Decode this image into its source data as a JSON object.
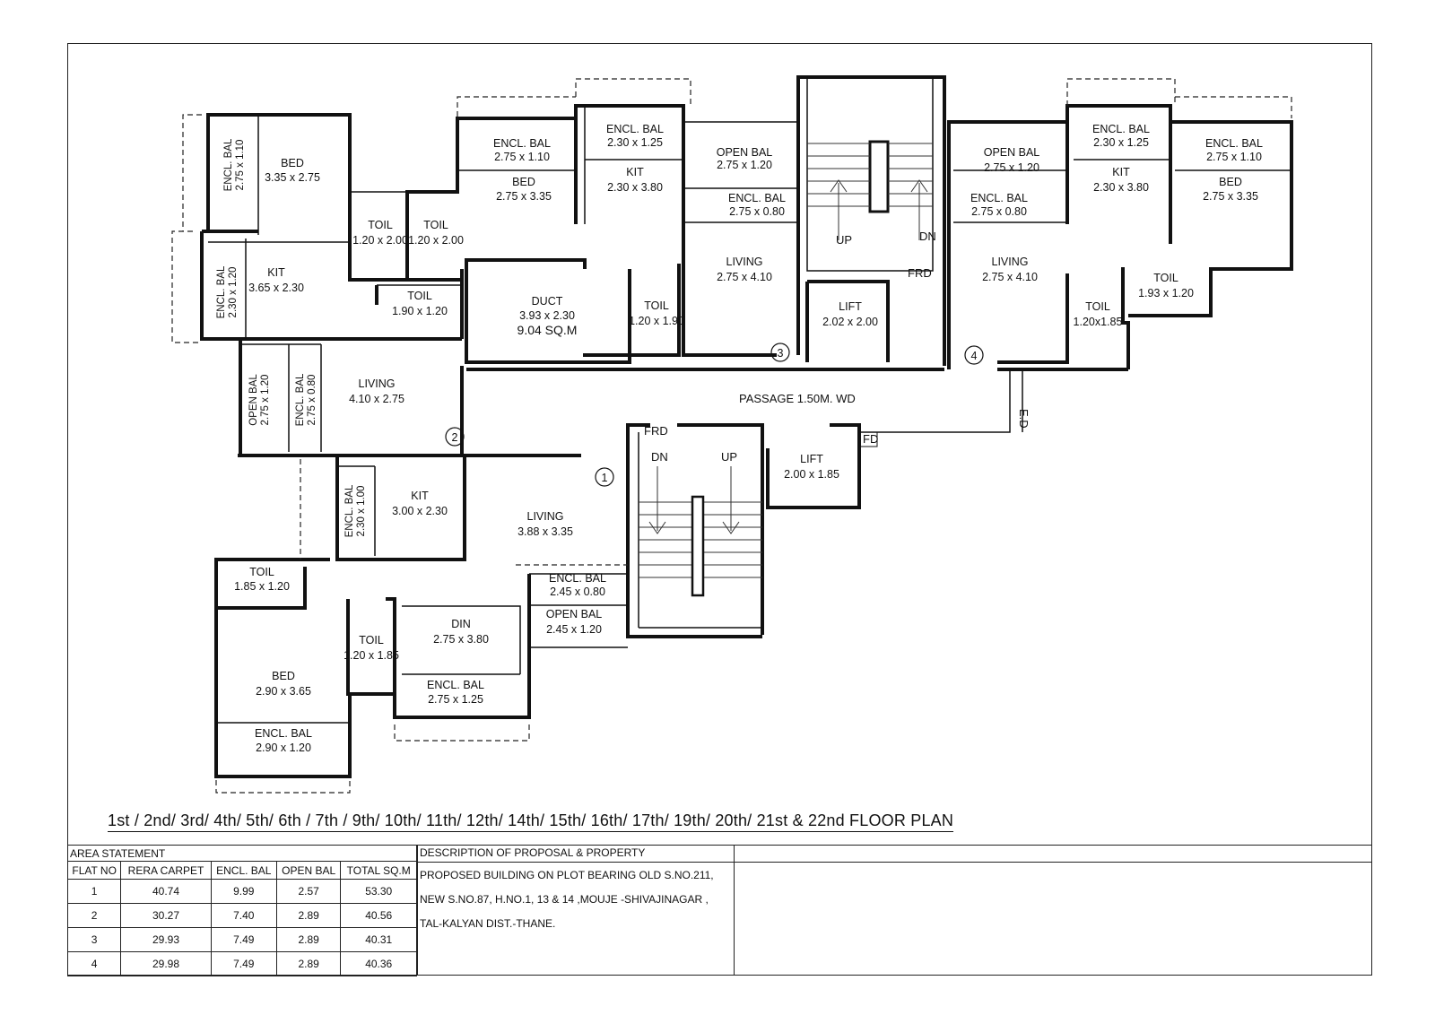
{
  "rooms": [
    {
      "id": "r1",
      "name": "BED",
      "dim": "3.35 x 2.75"
    },
    {
      "id": "r2",
      "name": "ENCL. BAL",
      "dim": "2.75 x 1.10"
    },
    {
      "id": "r3",
      "name": "TOIL",
      "dim": "1.20 x 2.00"
    },
    {
      "id": "r4",
      "name": "TOIL",
      "dim": "1.20 x 2.00"
    },
    {
      "id": "r5",
      "name": "KIT",
      "dim": "3.65 x 2.30"
    },
    {
      "id": "r6",
      "name": "ENCL. BAL",
      "dim": "2.30 x 1.20"
    },
    {
      "id": "r7",
      "name": "TOIL",
      "dim": "1.90 x 1.20"
    },
    {
      "id": "r8",
      "name": "OPEN BAL",
      "dim": "2.75 x 1.20"
    },
    {
      "id": "r9",
      "name": "ENCL. BAL",
      "dim": "2.75 x 0.80"
    },
    {
      "id": "r10",
      "name": "LIVING",
      "dim": "4.10 x 2.75"
    },
    {
      "id": "r11",
      "name": "ENCL. BAL",
      "dim": "2.75 x 1.10"
    },
    {
      "id": "r12",
      "name": "BED",
      "dim": "2.75 x 3.35"
    },
    {
      "id": "r13",
      "name": "ENCL. BAL",
      "dim": "2.30 x 1.25"
    },
    {
      "id": "r14",
      "name": "KIT",
      "dim": "2.30 x 3.80"
    },
    {
      "id": "r15",
      "name": "OPEN BAL",
      "dim": "2.75 x 1.20"
    },
    {
      "id": "r16",
      "name": "ENCL. BAL",
      "dim": "2.75 x 0.80"
    },
    {
      "id": "r17",
      "name": "LIVING",
      "dim": "2.75 x 4.10"
    },
    {
      "id": "r18",
      "name": "DUCT",
      "dim": "3.93 x 2.30",
      "extra": "9.04 SQ.M"
    },
    {
      "id": "r19",
      "name": "TOIL",
      "dim": "1.20 x 1.90"
    },
    {
      "id": "r20",
      "name": "LIFT",
      "dim": "2.02 x 2.00"
    },
    {
      "id": "r21",
      "name": "OPEN BAL",
      "dim": "2.75 x 1.20"
    },
    {
      "id": "r22",
      "name": "ENCL. BAL",
      "dim": "2.75 x 0.80"
    },
    {
      "id": "r23",
      "name": "LIVING",
      "dim": "2.75 x 4.10"
    },
    {
      "id": "r24",
      "name": "ENCL. BAL",
      "dim": "2.30 x 1.25"
    },
    {
      "id": "r25",
      "name": "KIT",
      "dim": "2.30 x 3.80"
    },
    {
      "id": "r26",
      "name": "ENCL. BAL",
      "dim": "2.75 x 1.10"
    },
    {
      "id": "r27",
      "name": "BED",
      "dim": "2.75 x 3.35"
    },
    {
      "id": "r28",
      "name": "TOIL",
      "dim": "1.93 x 1.20"
    },
    {
      "id": "r29",
      "name": "TOIL",
      "dim": "1.20x1.85"
    },
    {
      "id": "r30",
      "name": "KIT",
      "dim": "3.00 x 2.30"
    },
    {
      "id": "r31",
      "name": "ENCL. BAL",
      "dim": "2.30 x 1.00"
    },
    {
      "id": "r32",
      "name": "LIVING",
      "dim": "3.88 x 3.35"
    },
    {
      "id": "r33",
      "name": "LIFT",
      "dim": "2.00 x 1.85"
    },
    {
      "id": "r34",
      "name": "TOIL",
      "dim": "1.85 x 1.20"
    },
    {
      "id": "r35",
      "name": "ENCL. BAL",
      "dim": "2.45 x 0.80"
    },
    {
      "id": "r36",
      "name": "OPEN BAL",
      "dim": "2.45 x 1.20"
    },
    {
      "id": "r37",
      "name": "DIN",
      "dim": "2.75 x 3.80"
    },
    {
      "id": "r38",
      "name": "TOIL",
      "dim": "1.20 x 1.85"
    },
    {
      "id": "r39",
      "name": "BED",
      "dim": "2.90 x 3.65"
    },
    {
      "id": "r40",
      "name": "ENCL. BAL",
      "dim": "2.75 x 1.25"
    },
    {
      "id": "r41",
      "name": "ENCL. BAL",
      "dim": "2.90 x 1.20"
    }
  ],
  "labels": {
    "passage": "PASSAGE 1.50M. WD",
    "frd": "FRD",
    "fd": "FD",
    "ed": "E.D",
    "up": "UP",
    "dn": "DN",
    "flat_numbers": [
      "1",
      "2",
      "3",
      "4"
    ]
  },
  "floor_title": "1st / 2nd/ 3rd/ 4th/ 5th/ 6th / 7th / 9th/ 10th/ 11th/ 12th/ 14th/ 15th/ 16th/ 17th/ 19th/ 20th/ 21st  & 22nd  FLOOR  PLAN",
  "area_statement": {
    "title": "AREA STATEMENT",
    "columns": [
      "FLAT NO",
      "RERA CARPET",
      "ENCL. BAL",
      "OPEN BAL",
      "TOTAL SQ.M"
    ],
    "rows": [
      [
        "1",
        "40.74",
        "9.99",
        "2.57",
        "53.30"
      ],
      [
        "2",
        "30.27",
        "7.40",
        "2.89",
        "40.56"
      ],
      [
        "3",
        "29.93",
        "7.49",
        "2.89",
        "40.31"
      ],
      [
        "4",
        "29.98",
        "7.49",
        "2.89",
        "40.36"
      ]
    ]
  },
  "description": {
    "title": "DESCRIPTION OF PROPOSAL & PROPERTY",
    "lines": [
      "PROPOSED BUILDING ON PLOT BEARING OLD S.NO.211,",
      "NEW S.NO.87, H.NO.1, 13 &  14 ,MOUJE -SHIVAJINAGAR ,",
      "TAL-KALYAN DIST.-THANE."
    ]
  }
}
